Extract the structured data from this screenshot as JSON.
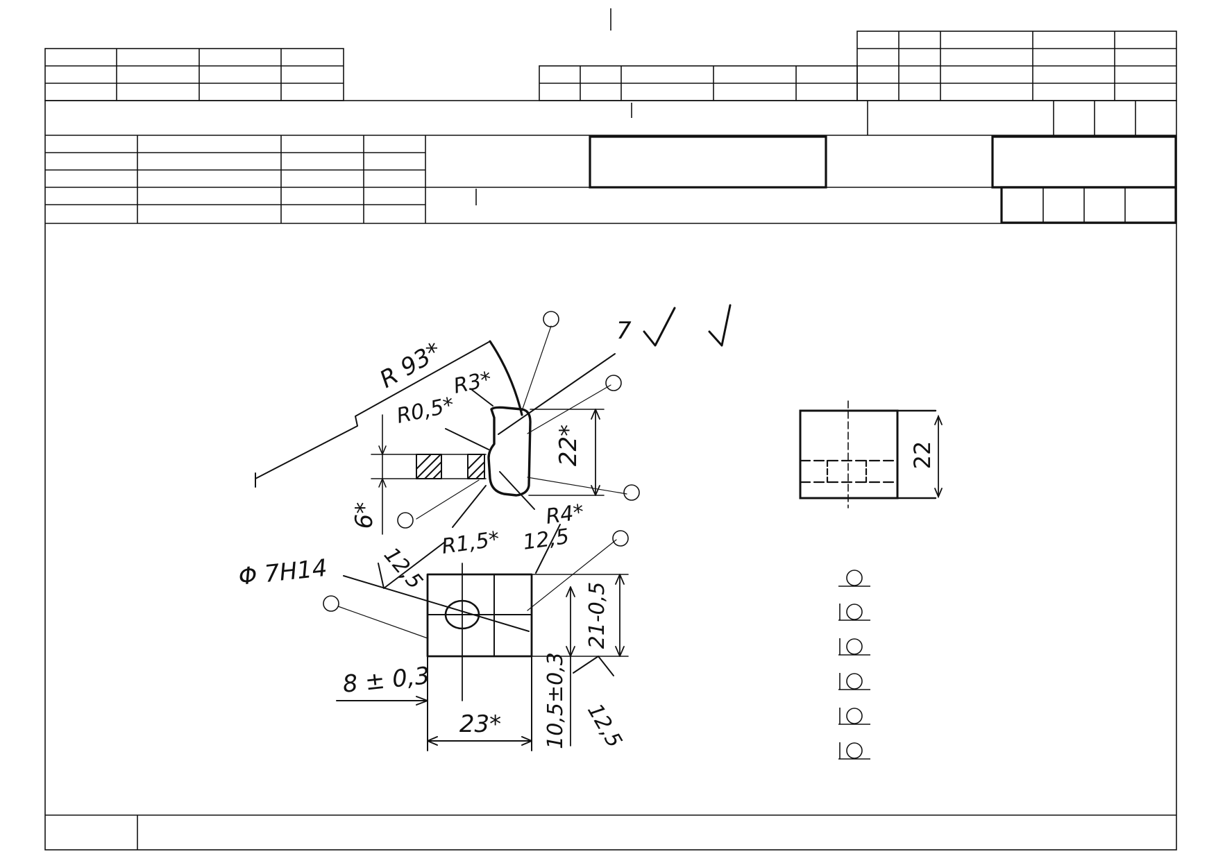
{
  "drawing": {
    "roughness_symbol": "7",
    "labels": {
      "r93": "R 93*",
      "r3": "R3*",
      "r05": "R0,5*",
      "dim22": "22*",
      "r4": "R4*",
      "dim6": "6*",
      "rough_125_a": "12,5",
      "r15": "R1,5*",
      "rough_125_b": "12,5",
      "phi": "Φ 7H14",
      "dim21": "21-0,5",
      "dim8": "8 ± 0,3",
      "dim105": "10,5±0,3",
      "rough_125_c": "12,5",
      "dim23": "23*"
    },
    "side_view": {
      "dim22": "22"
    }
  }
}
